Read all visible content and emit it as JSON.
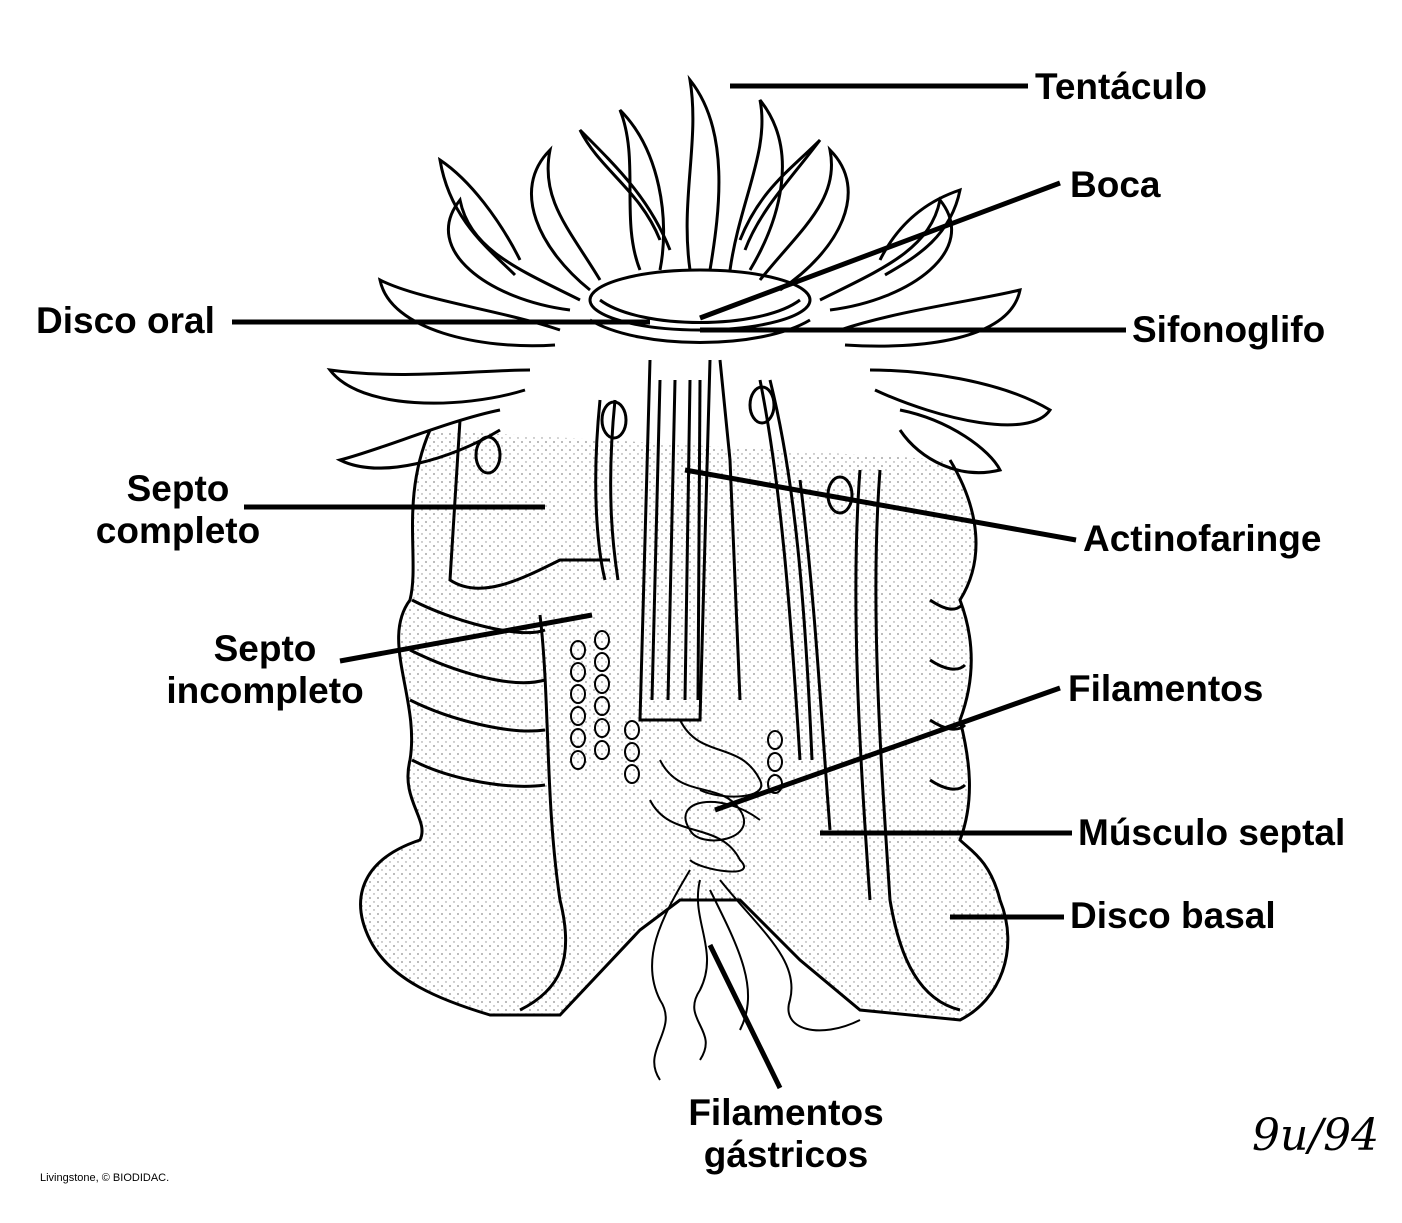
{
  "labels": {
    "tentaculo": "Tentáculo",
    "boca": "Boca",
    "disco_oral": "Disco oral",
    "sifonoglifo": "Sifonoglifo",
    "septo_completo_1": "Septo",
    "septo_completo_2": "completo",
    "actinofaringe": "Actinofaringe",
    "septo_incompleto_1": "Septo",
    "septo_incompleto_2": "incompleto",
    "filamentos": "Filamentos",
    "musculo_septal": "Músculo septal",
    "disco_basal": "Disco basal",
    "filamentos_gastricos_1": "Filamentos",
    "filamentos_gastricos_2": "gástricos"
  },
  "credit": "Livingstone, © BIODIDAC.",
  "signature": "9u/94",
  "colors": {
    "ink": "#000000",
    "background": "#ffffff"
  }
}
